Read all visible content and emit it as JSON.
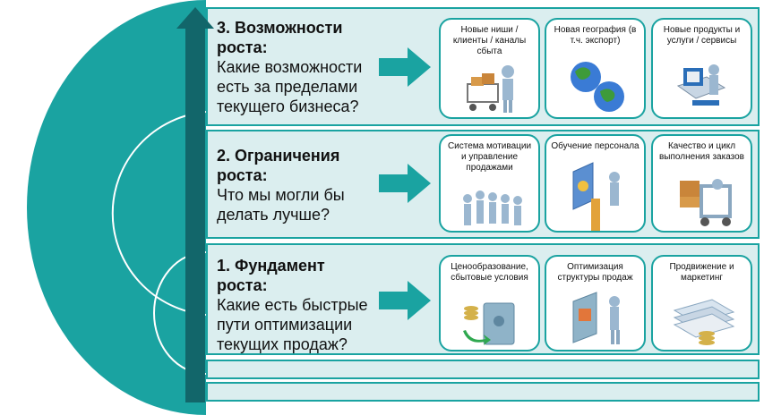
{
  "colors": {
    "accent": "#1aa3a1",
    "dark": "#12666a",
    "panel": "#dbeeef"
  },
  "levels": [
    {
      "heading_l1": "3. Возможности",
      "heading_l2": "роста:",
      "q1": "Какие возможности",
      "q2": "есть за пределами",
      "q3": "текущего бизнеса?",
      "cards": [
        {
          "label": "Новые ниши / клиенты / каналы сбыта",
          "icon": "shopping-cart-icon"
        },
        {
          "label": "Новая география (в т.ч. экспорт)",
          "icon": "globe-icon"
        },
        {
          "label": "Новые продукты и услуги / сервисы",
          "icon": "product-icon"
        }
      ]
    },
    {
      "heading_l1": "2. Ограничения",
      "heading_l2": "роста:",
      "q1": "Что мы могли бы",
      "q2": "делать лучше?",
      "q3": "",
      "cards": [
        {
          "label": "Система мотивации и управление продажами",
          "icon": "team-icon"
        },
        {
          "label": "Обучение персонала",
          "icon": "presentation-icon"
        },
        {
          "label": "Качество и цикл выполнения заказов",
          "icon": "forklift-icon"
        }
      ]
    },
    {
      "heading_l1": "1. Фундамент",
      "heading_l2": "роста:",
      "q1": "Какие есть быстрые",
      "q2": "пути оптимизации",
      "q3": "текущих продаж?",
      "cards": [
        {
          "label": "Ценообразование, сбытовые условия",
          "icon": "coins-safe-icon"
        },
        {
          "label": "Оптимизация структуры продаж",
          "icon": "chart-board-icon"
        },
        {
          "label": "Продвижение и маркетинг",
          "icon": "documents-coins-icon"
        }
      ]
    }
  ]
}
